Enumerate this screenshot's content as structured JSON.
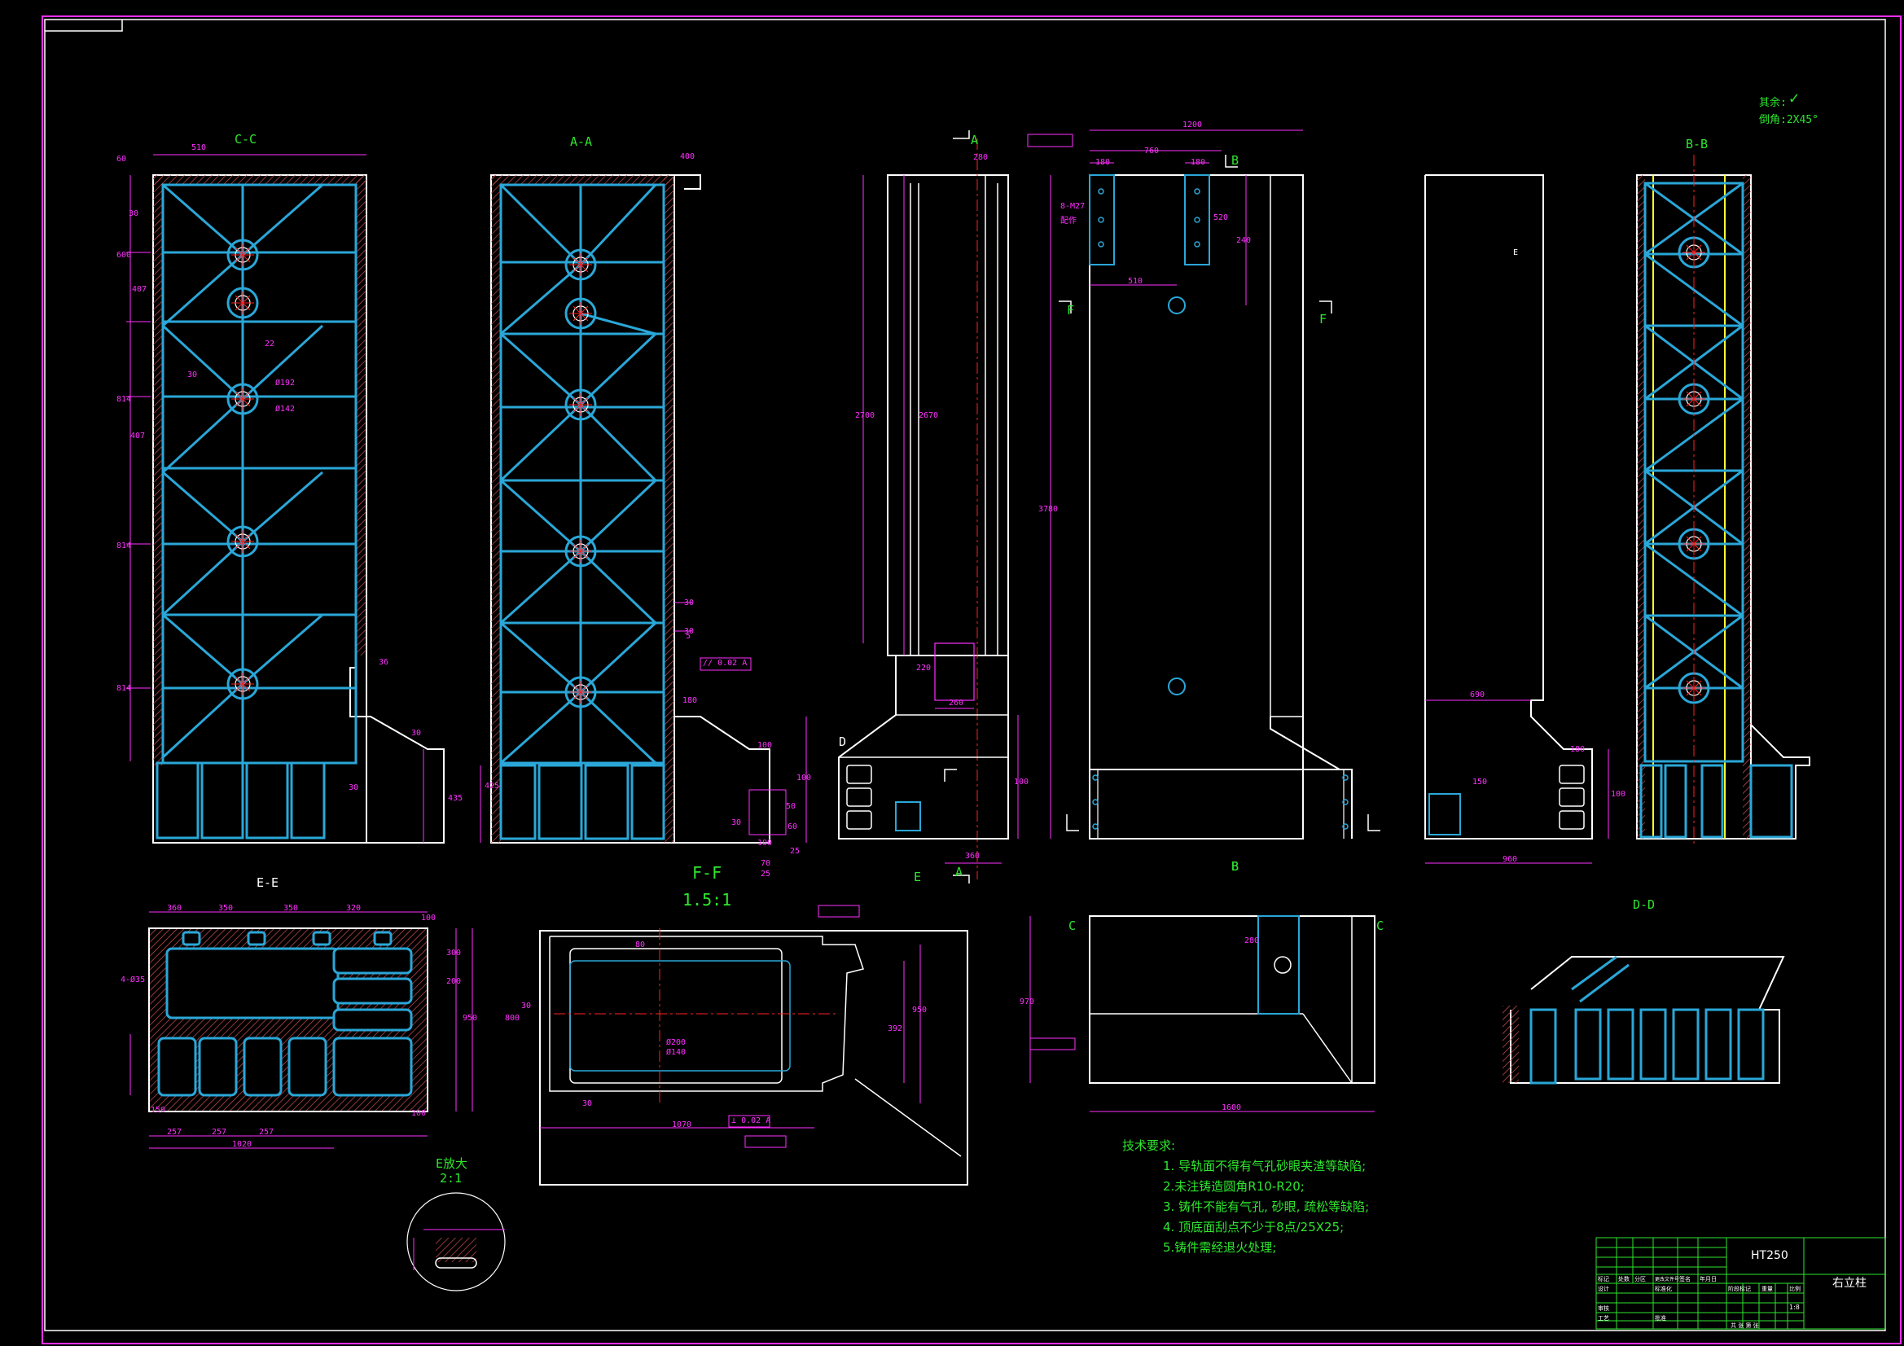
{
  "drawing": {
    "background": "#000000",
    "line_colors": {
      "outline": "#ffffff",
      "rib": "#2aa7d8",
      "dim": "#ff30ff",
      "text": "#2ee62e",
      "center": "#ff2020",
      "hatch": "#d05050",
      "yellow": "#ffff30"
    }
  },
  "roughness_note": {
    "line1": "其余:",
    "line2": "倒角:2X45°"
  },
  "views": {
    "cc": {
      "title": "C-C",
      "dims": [
        "510",
        "60",
        "30",
        "600",
        "407",
        "814",
        "407",
        "814",
        "814",
        "Ø192",
        "Ø142",
        "22",
        "30",
        "30",
        "36",
        "30",
        "435"
      ]
    },
    "aa": {
      "title": "A-A",
      "dims": [
        "400",
        "30",
        "30",
        "5",
        "180",
        "100",
        "100",
        "50",
        "425",
        "30",
        "60",
        "100",
        "70",
        "25",
        "25"
      ]
    },
    "front": {
      "marker_top": "A",
      "marker_bottom": "A",
      "marker_d": "D",
      "dims": [
        "280",
        "2700",
        "2670",
        "220",
        "260",
        "360",
        "100"
      ]
    },
    "side": {
      "marker_b_top": "B",
      "marker_b_bottom": "B",
      "marker_f_left": "F",
      "marker_f_right": "F",
      "dims": [
        "1200",
        "760",
        "180",
        "180",
        "8-M27",
        "配作",
        "520",
        "240",
        "510",
        "3780"
      ]
    },
    "right": {
      "dims": [
        "690",
        "960",
        "150",
        "100",
        "180"
      ],
      "marker_e": "E"
    },
    "bb": {
      "title": "B-B"
    },
    "ee": {
      "title": "E-E",
      "dims": [
        "360",
        "350",
        "350",
        "320",
        "100",
        "300",
        "200",
        "4-Ø35",
        "950",
        "100",
        "150",
        "257",
        "257",
        "257",
        "1020"
      ]
    },
    "ff": {
      "title": "F-F",
      "scale": "1.5:1",
      "marker_e": "E",
      "dims": [
        "1070",
        "Ø200",
        "Ø140",
        "30",
        "30",
        "80",
        "800",
        "392",
        "950"
      ]
    },
    "bottom_mid": {
      "marker_c_left": "C",
      "marker_c_right": "C",
      "marker_b": "B",
      "dims": [
        "970",
        "280",
        "1600"
      ]
    },
    "dd": {
      "title": "D-D"
    },
    "detail_e": {
      "title": "E放大",
      "scale": "2:1"
    }
  },
  "tolerance_frames": [
    {
      "sym": "//",
      "val": "0.02",
      "ref": "A"
    },
    {
      "sym": "⊥",
      "val": "0.02",
      "ref": "A"
    }
  ],
  "tech_requirements": {
    "heading": "技术要求:",
    "items": [
      "1. 导轨面不得有气孔砂眼夹渣等缺陷;",
      "2.未注铸造圆角R10-R20;",
      "3. 铸件不能有气孔, 砂眼, 疏松等缺陷;",
      "4. 顶底面刮点不少于8点/25X25;",
      "5.铸件需经退火处理;"
    ]
  },
  "title_block": {
    "material": "HT250",
    "part_name": "右立柱",
    "scale": "1:8",
    "labels": [
      "标记",
      "处数",
      "分区",
      "更改文件号",
      "签名",
      "年月日",
      "设计",
      "标准化",
      "阶段标记",
      "重量",
      "比例",
      "审核",
      "工艺",
      "批准",
      "共 张 第 张"
    ]
  }
}
